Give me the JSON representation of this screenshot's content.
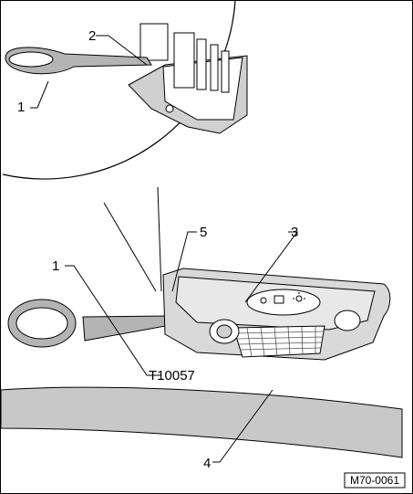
{
  "figure": {
    "callouts": {
      "detail_tool": "1",
      "detail_clip": "2",
      "light_housing": "3",
      "headliner": "4",
      "housing_edge": "5",
      "tool": "1",
      "tool_number": "T10057"
    },
    "reference_code": "M70-0061"
  },
  "colors": {
    "line": "#000000",
    "tool_fill": "#b4b4b4",
    "housing_fill": "#d0d0d0",
    "headliner_fill": "#c8c8c8"
  },
  "icons": [
    "magnifier-detail-circle",
    "removal-tool",
    "interior-light-housing",
    "lens-grille"
  ]
}
